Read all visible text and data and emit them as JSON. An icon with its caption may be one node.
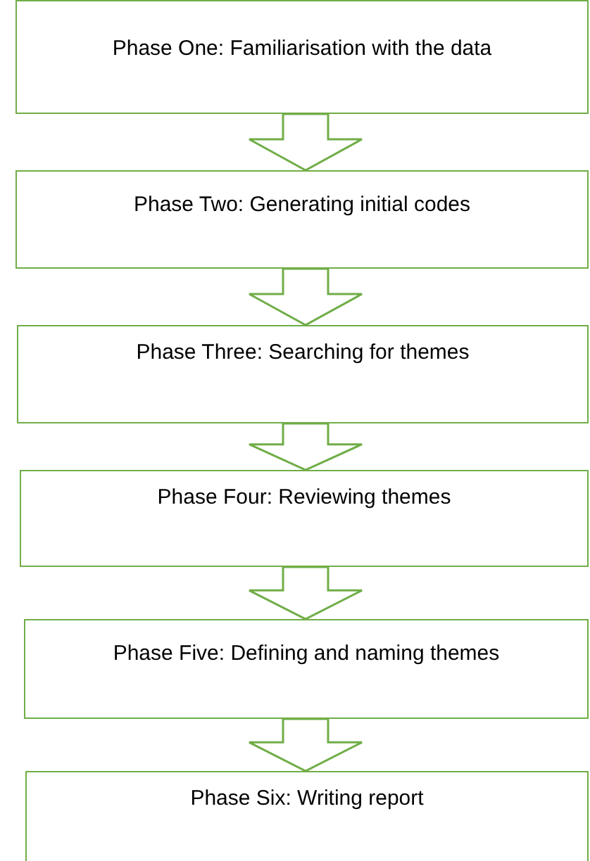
{
  "diagram": {
    "nodes": [
      {
        "text": [
          "Phase One: Familiarisation with the data"
        ]
      },
      {
        "text": [
          "Phase Two: Generating initial codes"
        ]
      },
      {
        "text": [
          "Phase Three: Searching for themes"
        ]
      },
      {
        "text": [
          "Phase Four: Reviewing themes"
        ]
      },
      {
        "text": [
          "Phase Five: Defining and naming themes"
        ]
      },
      {
        "text": [
          "Phase Six: Writing report"
        ]
      }
    ],
    "edges": [
      {
        "from": 0,
        "to": 1,
        "arrow": "to"
      },
      {
        "from": 1,
        "to": 2,
        "arrow": "to"
      },
      {
        "from": 2,
        "to": 3,
        "arrow": "to"
      },
      {
        "from": 3,
        "to": 4,
        "arrow": "to"
      },
      {
        "from": 4,
        "to": 5,
        "arrow": "to"
      }
    ]
  }
}
